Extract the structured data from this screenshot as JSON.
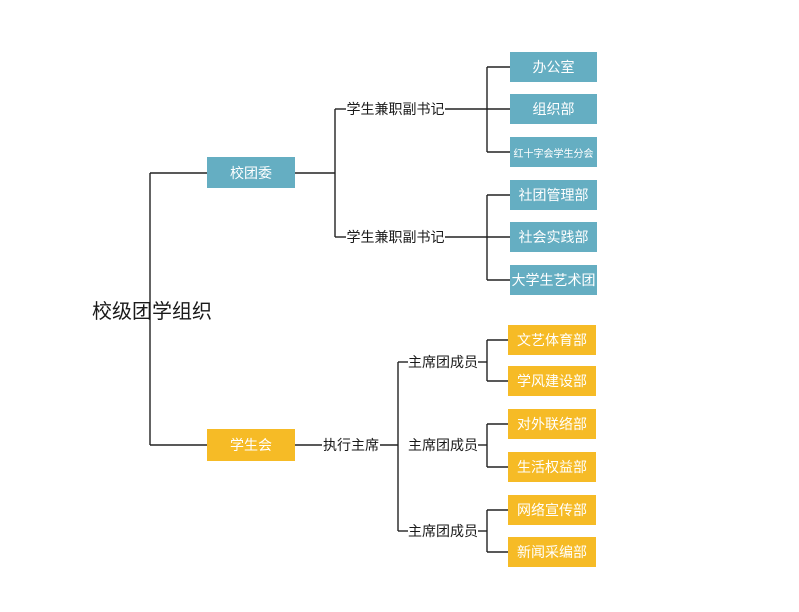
{
  "colors": {
    "blue": "#65aec2",
    "yellow": "#f6bb26",
    "line": "#222222"
  },
  "root": {
    "title": "校级团学组织"
  },
  "league": {
    "name": "校团委",
    "groups": [
      {
        "label": "学生兼职副书记",
        "items": [
          "办公室",
          "组织部",
          "红十字会学生分会"
        ]
      },
      {
        "label": "学生兼职副书记",
        "items": [
          "社团管理部",
          "社会实践部",
          "大学生艺术团"
        ]
      }
    ]
  },
  "union": {
    "name": "学生会",
    "executive": "执行主席",
    "groups": [
      {
        "label": "主席团成员",
        "items": [
          "文艺体育部",
          "学风建设部"
        ]
      },
      {
        "label": "主席团成员",
        "items": [
          "对外联络部",
          "生活权益部"
        ]
      },
      {
        "label": "主席团成员",
        "items": [
          "网络宣传部",
          "新闻采编部"
        ]
      }
    ]
  }
}
